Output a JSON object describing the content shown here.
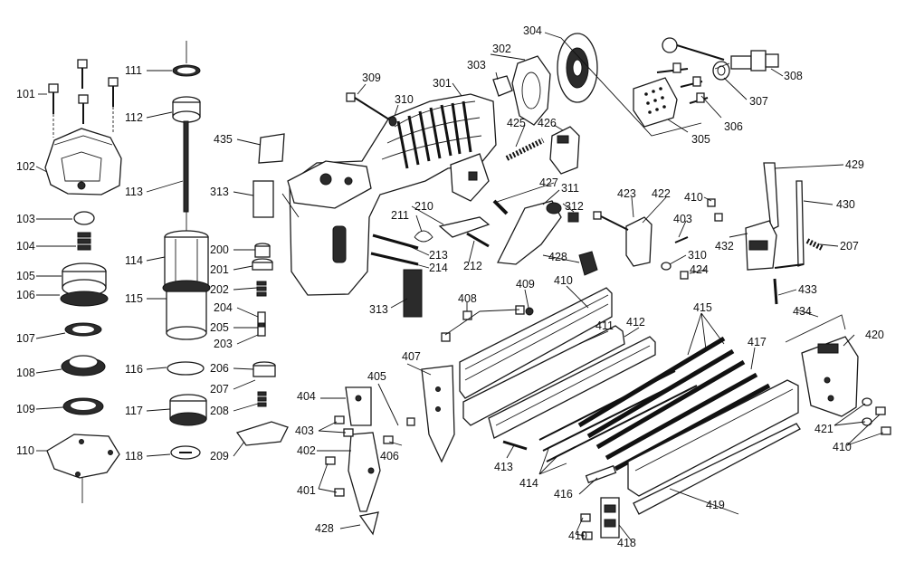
{
  "labels": [
    "101",
    "102",
    "103",
    "104",
    "105",
    "106",
    "107",
    "108",
    "109",
    "110",
    "111",
    "112",
    "113",
    "114",
    "115",
    "116",
    "117",
    "118",
    "200",
    "201",
    "202",
    "203",
    "204",
    "205",
    "206",
    "207",
    "208",
    "209",
    "210",
    "211",
    "212",
    "213",
    "214",
    "301",
    "302",
    "303",
    "304",
    "305",
    "306",
    "307",
    "308",
    "309",
    "310",
    "311",
    "312",
    "313",
    "401",
    "402",
    "403",
    "404",
    "405",
    "406",
    "407",
    "408",
    "409",
    "410",
    "411",
    "412",
    "413",
    "414",
    "415",
    "416",
    "417",
    "418",
    "419",
    "420",
    "421",
    "422",
    "423",
    "424",
    "425",
    "426",
    "427",
    "428",
    "429",
    "430",
    "432",
    "433",
    "434",
    "435"
  ]
}
